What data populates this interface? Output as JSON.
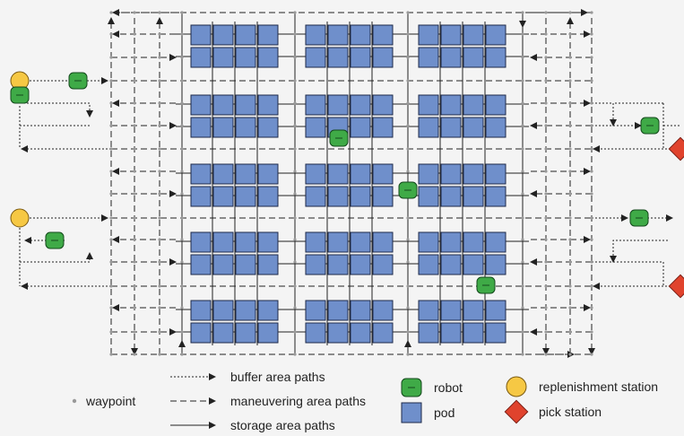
{
  "legend": {
    "waypoint": "waypoint",
    "buffer_paths": "buffer area paths",
    "maneuvering_paths": "maneuvering area paths",
    "storage_paths": "storage area paths",
    "robot": "robot",
    "pod": "pod",
    "replenishment_station": "replenishment station",
    "pick_station": "pick station"
  },
  "colors": {
    "pod": "#6f8fcb",
    "pod_stroke": "#1e2a4a",
    "robot": "#3faa47",
    "robot_stroke": "#14491c",
    "replenishment": "#f6c844",
    "pick": "#e0432d",
    "line": "#222222",
    "waypoint": "#999999"
  },
  "layout_info": {
    "pod_block_rows": 5,
    "pod_block_cols": 3,
    "pods_per_block": "2x4"
  }
}
